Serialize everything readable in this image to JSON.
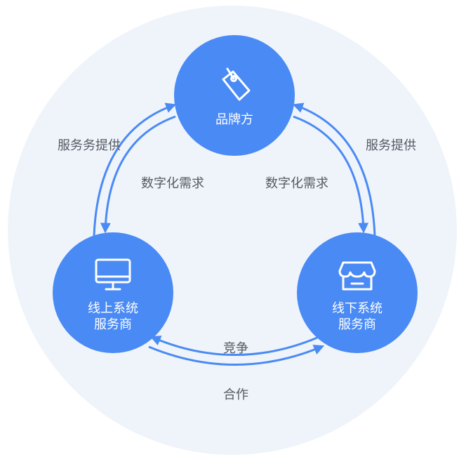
{
  "nodes": {
    "brand": {
      "label": "品牌方",
      "icon": "price-tag-icon"
    },
    "online": {
      "label_line1": "线上系统",
      "label_line2": "服务商",
      "icon": "computer-monitor-icon"
    },
    "offline": {
      "label_line1": "线下系统",
      "label_line2": "服务商",
      "icon": "storefront-icon"
    }
  },
  "edges": {
    "left_outer": "服务务提供",
    "left_inner": "数字化需求",
    "right_outer": "服务提供",
    "right_inner": "数字化需求",
    "bottom_inner": "竞争",
    "bottom_outer": "合作"
  },
  "colors": {
    "node": "#4a8af4",
    "arrow": "#4a8af4",
    "background_circle": "#eff4fb",
    "text": "#555a63"
  }
}
